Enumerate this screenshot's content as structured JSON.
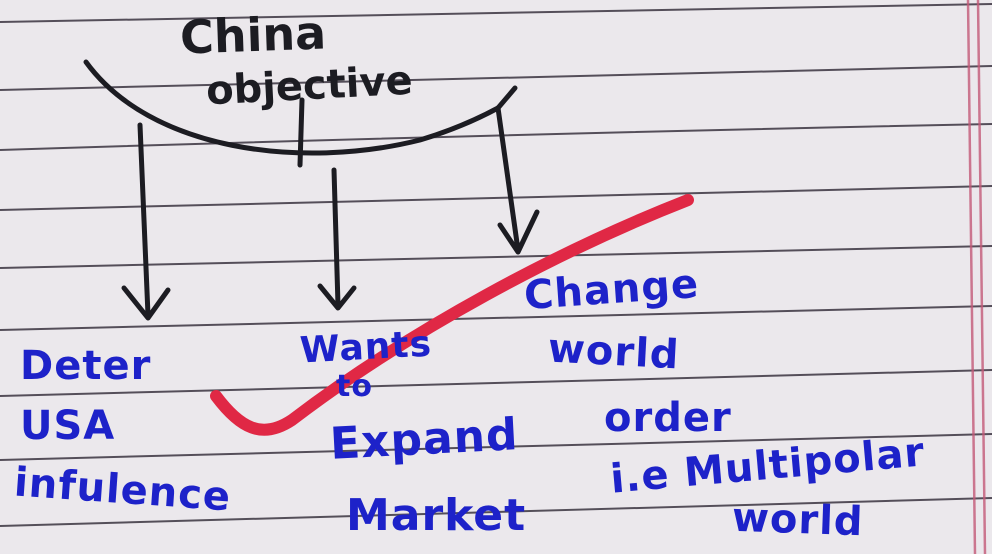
{
  "paper": {
    "background": "#ebe8ec",
    "rule_color": "#3a3440",
    "margin_line_color": "#c45a78"
  },
  "heading": {
    "line1": "China",
    "line2": "objective",
    "ink": "#1c1c22"
  },
  "branches": [
    {
      "lines": [
        "Deter",
        "USA",
        "infulence"
      ]
    },
    {
      "lines": [
        "Wants",
        "to",
        "Expand",
        "Market"
      ]
    },
    {
      "lines": [
        "Change",
        "world",
        "order",
        "i.e Multipolar",
        "world"
      ]
    }
  ],
  "blue_ink": "#1d22c9",
  "check_mark": {
    "color": "#e02845",
    "meaning": "correct"
  }
}
